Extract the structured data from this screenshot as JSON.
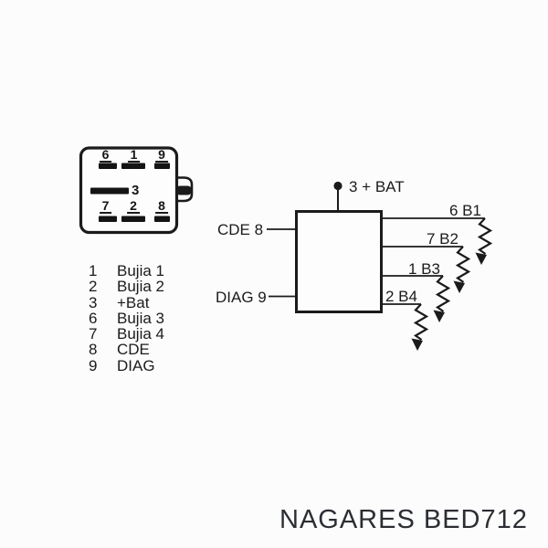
{
  "title": "NAGARES BED712",
  "connector": {
    "pins_top": [
      "6",
      "1",
      "9"
    ],
    "pin_middle": "3",
    "pins_bottom": [
      "7",
      "2",
      "8"
    ]
  },
  "legend": {
    "items": [
      {
        "num": "1",
        "label": "Bujia 1"
      },
      {
        "num": "2",
        "label": "Bujia 2"
      },
      {
        "num": "3",
        "label": "+Bat"
      },
      {
        "num": "6",
        "label": "Bujia 3"
      },
      {
        "num": "7",
        "label": "Bujia 4"
      },
      {
        "num": "8",
        "label": "CDE"
      },
      {
        "num": "9",
        "label": "DIAG"
      }
    ]
  },
  "circuit": {
    "bat_label": "3 + BAT",
    "cde_label": "CDE 8",
    "diag_label": "DIAG 9",
    "outputs": [
      "6 B1",
      "7 B2",
      "1 B3",
      "2 B4"
    ]
  },
  "colors": {
    "ink": "#1b1b1b",
    "title_ink": "#2b2e33",
    "background": "#fcfcfc"
  }
}
